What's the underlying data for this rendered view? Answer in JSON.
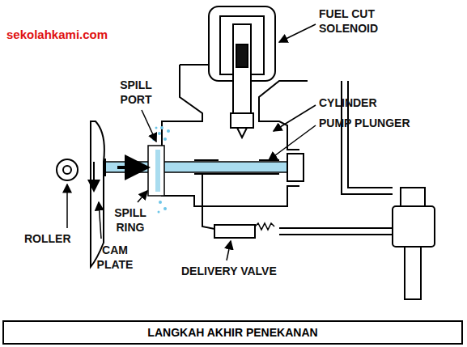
{
  "diagram": {
    "caption": "LANGKAH AKHIR PENEKANAN",
    "labels": [
      "sekolahkami.com",
      "FUEL CUT SOLENOID",
      "SPILL PORT",
      "CYLINDER",
      "PUMP PLUNGER",
      "ROLLER",
      "CAM PLATE",
      "SPILL RING",
      "DELIVERY VALVE"
    ]
  }
}
